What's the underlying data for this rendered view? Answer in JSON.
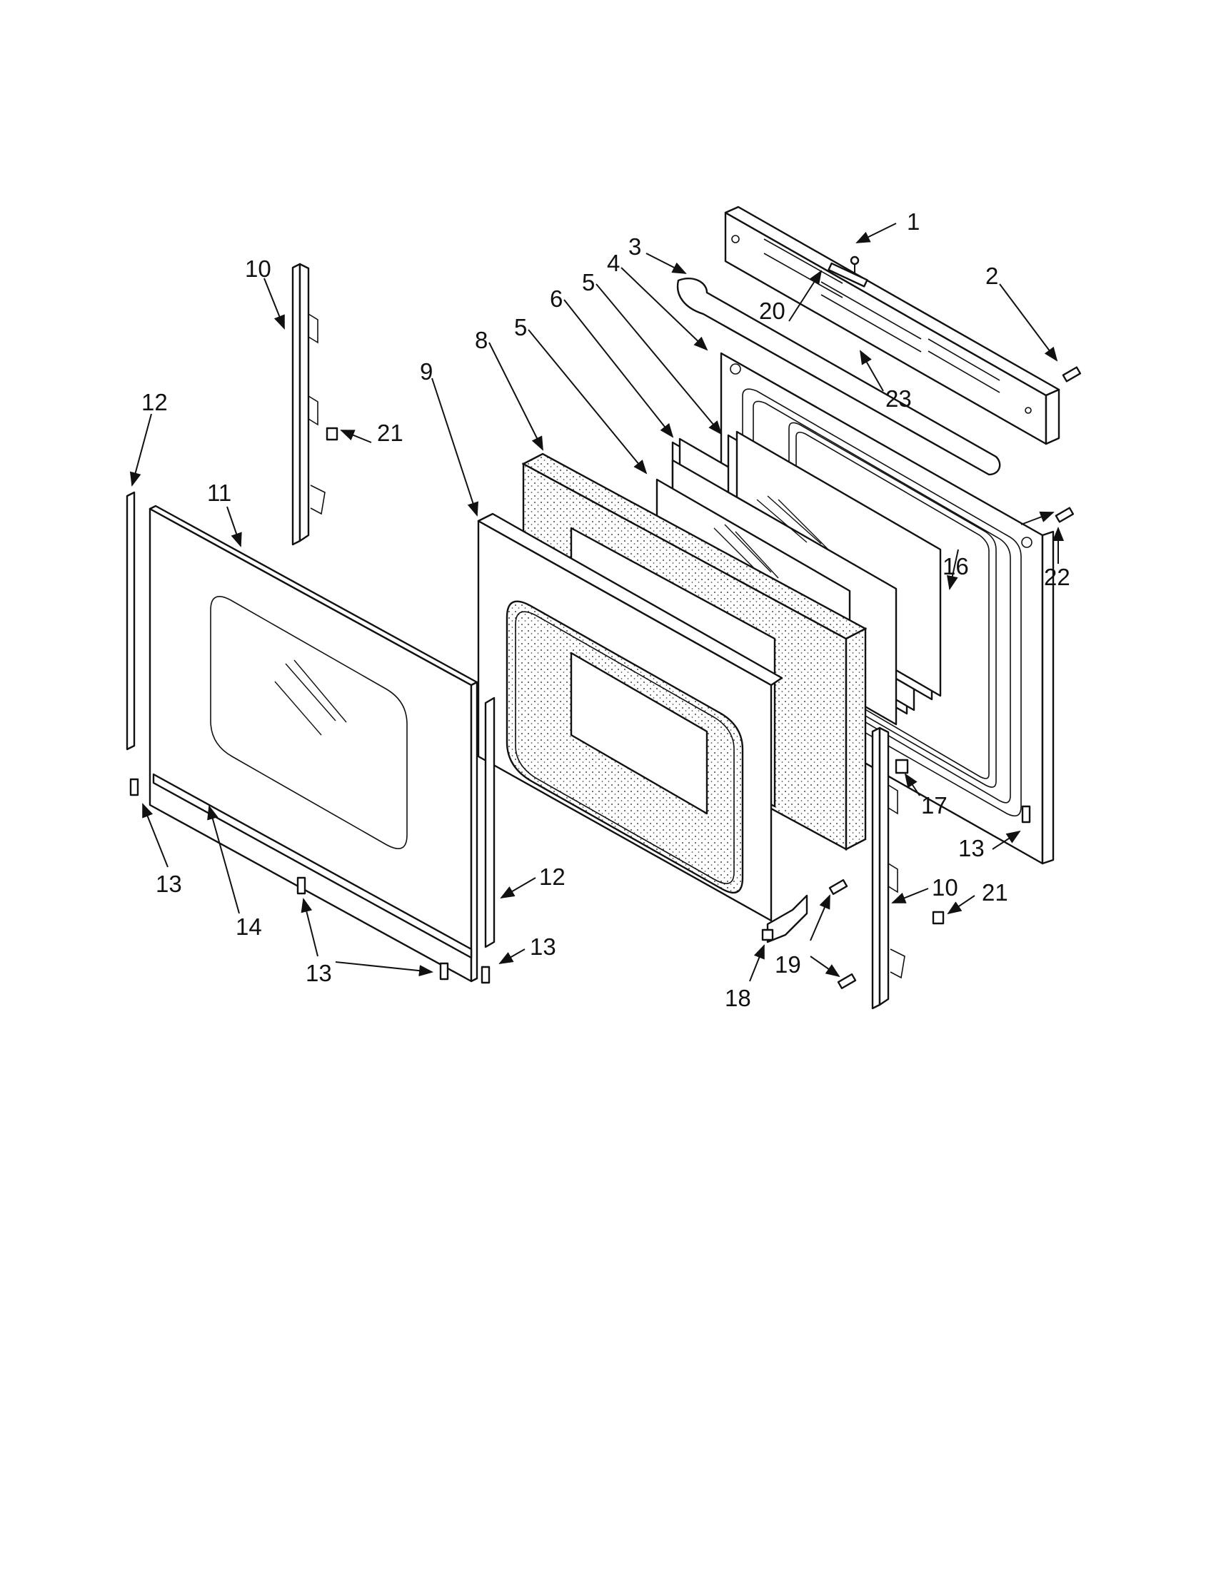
{
  "callouts": [
    "1",
    "2",
    "3",
    "4",
    "5",
    "5",
    "6",
    "8",
    "9",
    "10",
    "10",
    "11",
    "12",
    "12",
    "13",
    "13",
    "13",
    "13",
    "13",
    "14",
    "16",
    "17",
    "18",
    "19",
    "20",
    "21",
    "21",
    "22",
    "23"
  ],
  "colors": {
    "line": "#111111",
    "background": "#ffffff"
  }
}
